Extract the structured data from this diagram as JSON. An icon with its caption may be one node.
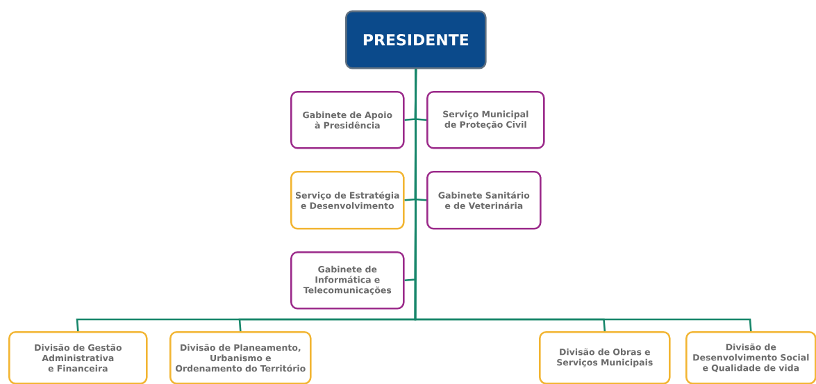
{
  "diagram": {
    "nodes": [
      {
        "text": [
          "PRESIDENTE"
        ]
      },
      {
        "text": [
          "Gabinete de Apoio à Presidência"
        ]
      },
      {
        "text": [
          "Serviço Municipal de Proteção Civil"
        ]
      },
      {
        "text": [
          "Serviço de Estratégia e Desenvolvimento"
        ]
      },
      {
        "text": [
          "Gabinete Sanitário e de Veterinária"
        ]
      },
      {
        "text": [
          "Gabinete de Informática e Telecomunicações"
        ]
      },
      {
        "text": [
          "Divisão de Gestão Administrativa e Financeira"
        ]
      },
      {
        "text": [
          "Divisão de Planeamento, Urbanismo e Ordenamento do Território"
        ]
      },
      {
        "text": [
          "Divisão de Obras e Serviços Municipais"
        ]
      },
      {
        "text": [
          "Divisão de Desenvolvimento Social e Qualidade de vida"
        ]
      }
    ],
    "edges": [
      {
        "from": 0,
        "to": 1,
        "arrow": "none"
      },
      {
        "from": 0,
        "to": 2,
        "arrow": "none"
      },
      {
        "from": 0,
        "to": 3,
        "arrow": "none"
      },
      {
        "from": 0,
        "to": 4,
        "arrow": "none"
      },
      {
        "from": 0,
        "to": 5,
        "arrow": "none"
      },
      {
        "from": 0,
        "to": 6,
        "arrow": "none"
      },
      {
        "from": 0,
        "to": 7,
        "arrow": "none"
      },
      {
        "from": 0,
        "to": 8,
        "arrow": "none"
      },
      {
        "from": 0,
        "to": 9,
        "arrow": "none"
      }
    ]
  }
}
